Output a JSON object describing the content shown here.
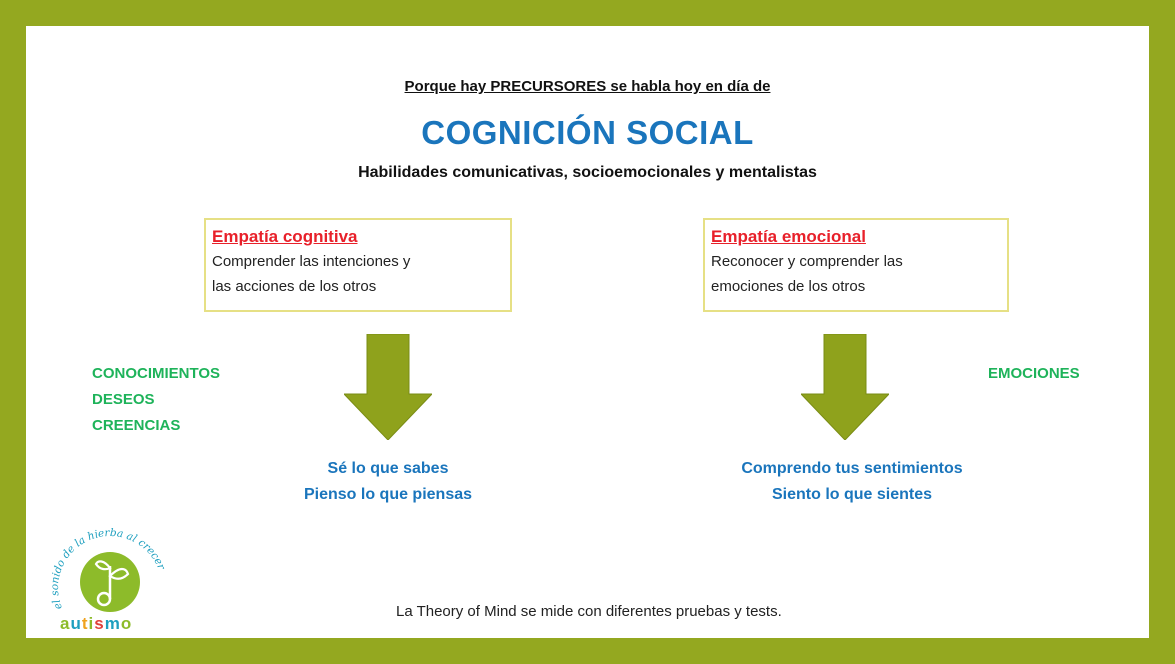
{
  "header": {
    "intro": "Porque hay PRECURSORES se habla hoy en día de",
    "title": "COGNICIÓN SOCIAL",
    "subtitle": "Habilidades comunicativas, socioemocionales y mentalistas"
  },
  "left_box": {
    "title": "Empatía cognitiva",
    "line1": "Comprender las intenciones y",
    "line2": "las acciones de los otros"
  },
  "right_box": {
    "title": "Empatía emocional",
    "line1": "Reconocer y comprender las",
    "line2": "emociones de los otros"
  },
  "left_words": [
    "CONOCIMIENTOS",
    "DESEOS",
    "CREENCIAS"
  ],
  "right_words": [
    "EMOCIONES"
  ],
  "left_result": {
    "line1": "Sé lo que sabes",
    "line2": "Pienso lo que piensas"
  },
  "right_result": {
    "line1": "Comprendo tus sentimientos",
    "line2": "Siento lo que sientes"
  },
  "footer": "La Theory of Mind se mide con diferentes pruebas y tests.",
  "logo": {
    "arc_text": "el sonido de la hierba al crecer",
    "word": "autismo"
  },
  "colors": {
    "frame": "#94a820",
    "arrow": "#8fa21c",
    "title_blue": "#1a75bc",
    "accent_red": "#e8202a",
    "green_text": "#1eb35a",
    "box_border": "#e6e085"
  }
}
